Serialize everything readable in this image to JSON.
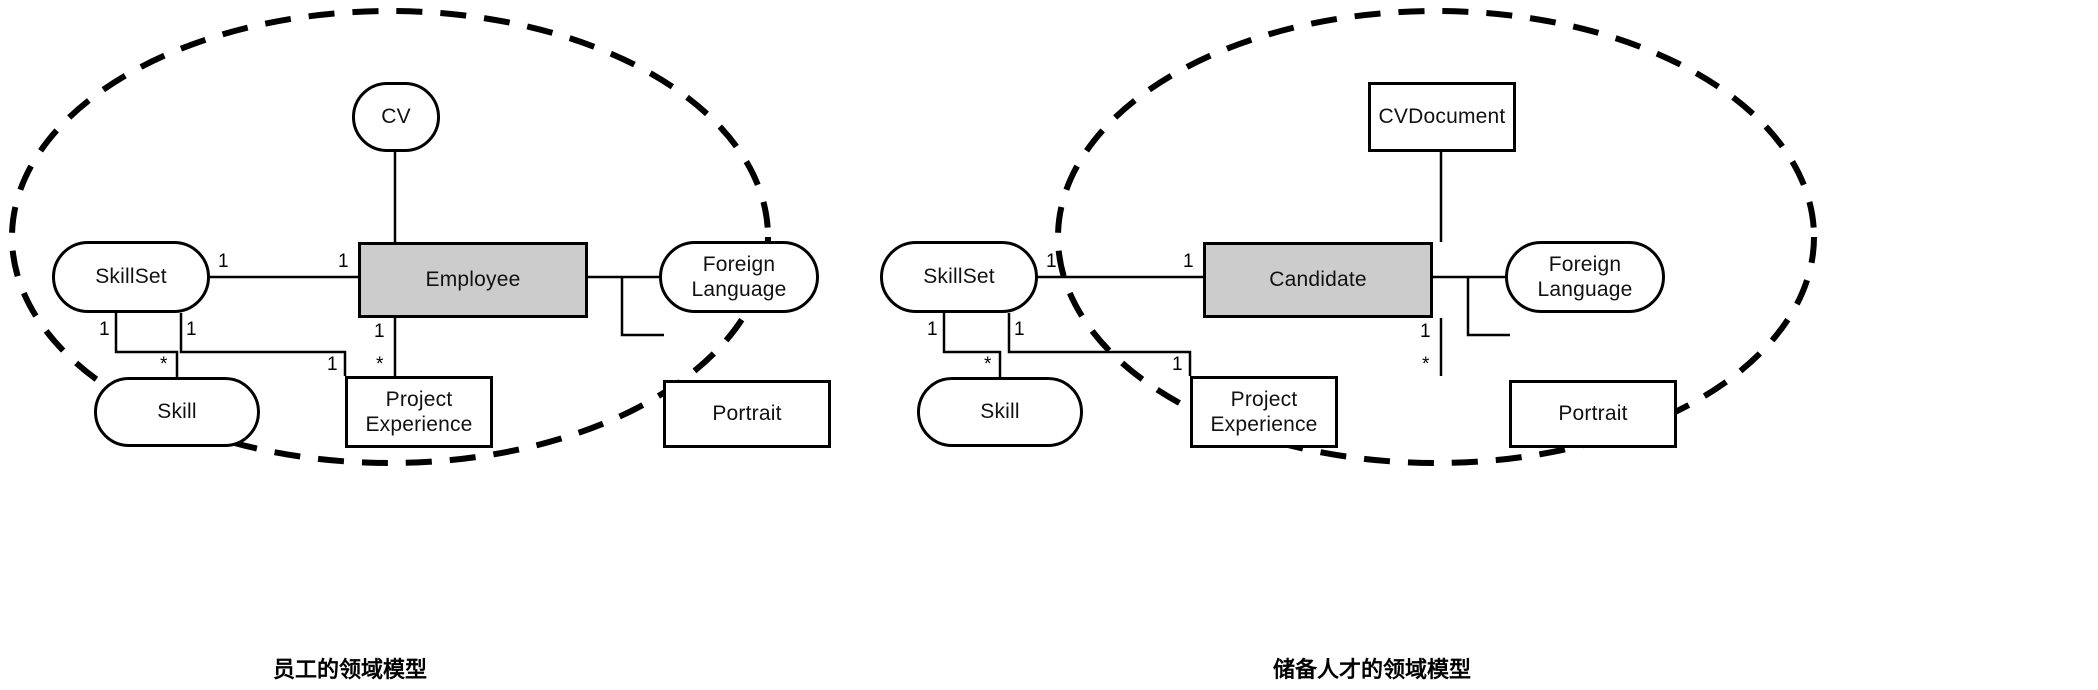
{
  "diagram": {
    "title_left": "员工的领域模型",
    "title_right": "储备人才的领域模型",
    "colors": {
      "stroke": "#000000",
      "highlight_fill": "#cccccc",
      "background": "#ffffff"
    },
    "groups": [
      {
        "id": "employee-model",
        "caption": "员工的领域模型",
        "boundary": "dashed-ellipse",
        "nodes": [
          {
            "id": "cv",
            "label": "CV",
            "shape": "rounded",
            "highlight": false
          },
          {
            "id": "skillset",
            "label": "SkillSet",
            "shape": "rounded",
            "highlight": false
          },
          {
            "id": "employee",
            "label": "Employee",
            "shape": "rect",
            "highlight": true
          },
          {
            "id": "foreignlang",
            "label": "Foreign\nLanguage",
            "shape": "rounded",
            "highlight": false,
            "line1": "Foreign",
            "line2": "Language"
          },
          {
            "id": "skill",
            "label": "Skill",
            "shape": "rounded",
            "highlight": false
          },
          {
            "id": "projectexp",
            "label": "Project\nExperience",
            "shape": "rect",
            "highlight": false,
            "line1": "Project",
            "line2": "Experience"
          },
          {
            "id": "portrait",
            "label": "Portrait",
            "shape": "rect",
            "highlight": false
          }
        ],
        "multiplicities": [
          {
            "id": "m1",
            "text": "1",
            "from": "skillset",
            "to": "employee"
          },
          {
            "id": "m2",
            "text": "1",
            "from": "employee",
            "to": "skillset"
          },
          {
            "id": "m3",
            "text": "1",
            "from": "skillset",
            "to": "skill"
          },
          {
            "id": "m4",
            "text": "*",
            "from": "skill",
            "to": "skillset"
          },
          {
            "id": "m5",
            "text": "1",
            "from": "skillset",
            "to": "projectexp"
          },
          {
            "id": "m6",
            "text": "1",
            "from": "projectexp",
            "to": "skillset"
          },
          {
            "id": "m7",
            "text": "1",
            "from": "employee",
            "to": "projectexp"
          },
          {
            "id": "m8",
            "text": "*",
            "from": "projectexp",
            "to": "employee"
          }
        ]
      },
      {
        "id": "candidate-model",
        "caption": "储备人才的领域模型",
        "boundary": "dashed-ellipse",
        "nodes": [
          {
            "id": "cvdocument",
            "label": "CVDocument",
            "shape": "rect",
            "highlight": false
          },
          {
            "id": "skillset",
            "label": "SkillSet",
            "shape": "rounded",
            "highlight": false
          },
          {
            "id": "candidate",
            "label": "Candidate",
            "shape": "rect",
            "highlight": true
          },
          {
            "id": "foreignlang",
            "label": "Foreign\nLanguage",
            "shape": "rounded",
            "highlight": false,
            "line1": "Foreign",
            "line2": "Language"
          },
          {
            "id": "skill",
            "label": "Skill",
            "shape": "rounded",
            "highlight": false
          },
          {
            "id": "projectexp",
            "label": "Project\nExperience",
            "shape": "rect",
            "highlight": false,
            "line1": "Project",
            "line2": "Experience"
          },
          {
            "id": "portrait",
            "label": "Portrait",
            "shape": "rect",
            "highlight": false
          }
        ],
        "multiplicities": [
          {
            "id": "m1",
            "text": "1",
            "from": "skillset",
            "to": "candidate"
          },
          {
            "id": "m2",
            "text": "1",
            "from": "candidate",
            "to": "skillset"
          },
          {
            "id": "m3",
            "text": "1",
            "from": "skillset",
            "to": "skill"
          },
          {
            "id": "m4",
            "text": "*",
            "from": "skill",
            "to": "skillset"
          },
          {
            "id": "m5",
            "text": "1",
            "from": "skillset",
            "to": "projectexp"
          },
          {
            "id": "m6",
            "text": "1",
            "from": "projectexp",
            "to": "skillset"
          },
          {
            "id": "m7",
            "text": "1",
            "from": "candidate",
            "to": "projectexp"
          },
          {
            "id": "m8",
            "text": "*",
            "from": "projectexp",
            "to": "candidate"
          }
        ]
      }
    ]
  },
  "left": {
    "nodes": {
      "cv": "CV",
      "skillset": "SkillSet",
      "employee": "Employee",
      "foreign_1": "Foreign",
      "foreign_2": "Language",
      "skill": "Skill",
      "project_1": "Project",
      "project_2": "Experience",
      "portrait": "Portrait"
    },
    "mult": {
      "skillset_to_employee": "1",
      "employee_to_skillset": "1",
      "skillset_to_skill": "1",
      "skill_to_skillset": "*",
      "skillset_to_project": "1",
      "project_to_skillset": "1",
      "employee_to_project": "1",
      "project_to_employee": "*"
    },
    "caption": "员工的领域模型"
  },
  "right": {
    "nodes": {
      "cvdocument": "CVDocument",
      "skillset": "SkillSet",
      "candidate": "Candidate",
      "foreign_1": "Foreign",
      "foreign_2": "Language",
      "skill": "Skill",
      "project_1": "Project",
      "project_2": "Experience",
      "portrait": "Portrait"
    },
    "mult": {
      "skillset_to_candidate": "1",
      "candidate_to_skillset": "1",
      "skillset_to_skill": "1",
      "skill_to_skillset": "*",
      "skillset_to_project": "1",
      "project_to_skillset": "1",
      "candidate_to_project": "1",
      "project_to_candidate": "*"
    },
    "caption": "储备人才的领域模型"
  }
}
